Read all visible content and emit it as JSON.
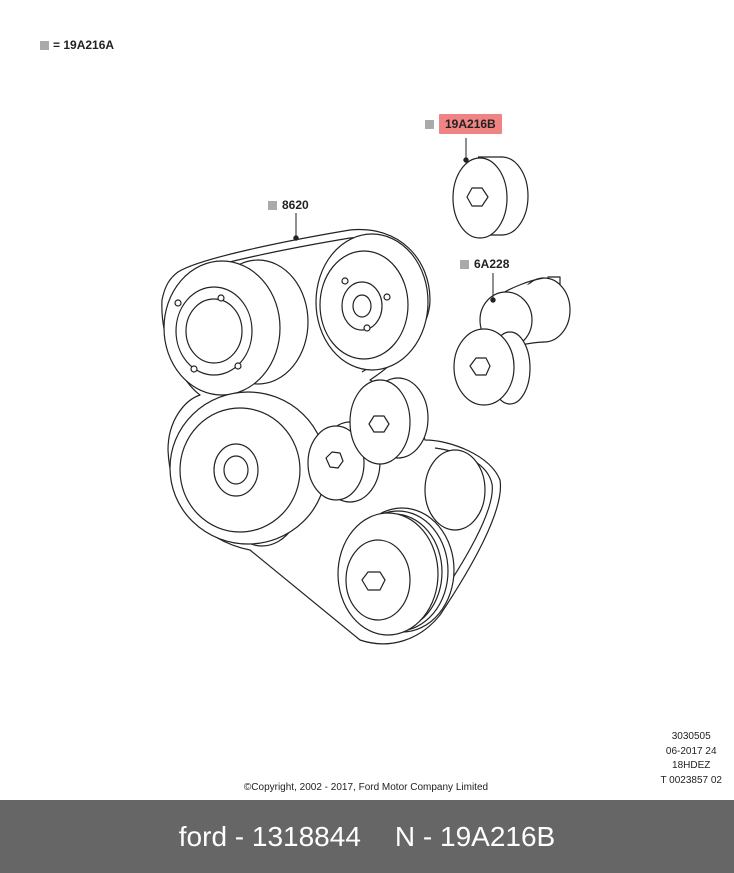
{
  "legend": {
    "text": "= 19A216A",
    "swatch_color": "#aaaaaa"
  },
  "callouts": [
    {
      "id": "19A216B",
      "label": "19A216B",
      "highlighted": true,
      "highlight_color": "#f08484"
    },
    {
      "id": "8620",
      "label": "8620",
      "highlighted": false
    },
    {
      "id": "6A228",
      "label": "6A228",
      "highlighted": false
    }
  ],
  "meta": {
    "line1": "3030505",
    "line2": "06-2017 24",
    "line3": "18HDEZ",
    "line4": "T 0023857 02"
  },
  "copyright": "©Copyright, 2002 - 2017, Ford Motor Company Limited",
  "footer": {
    "left": "ford - 1318844",
    "right": "N - 19A216B",
    "background": "#666666"
  }
}
